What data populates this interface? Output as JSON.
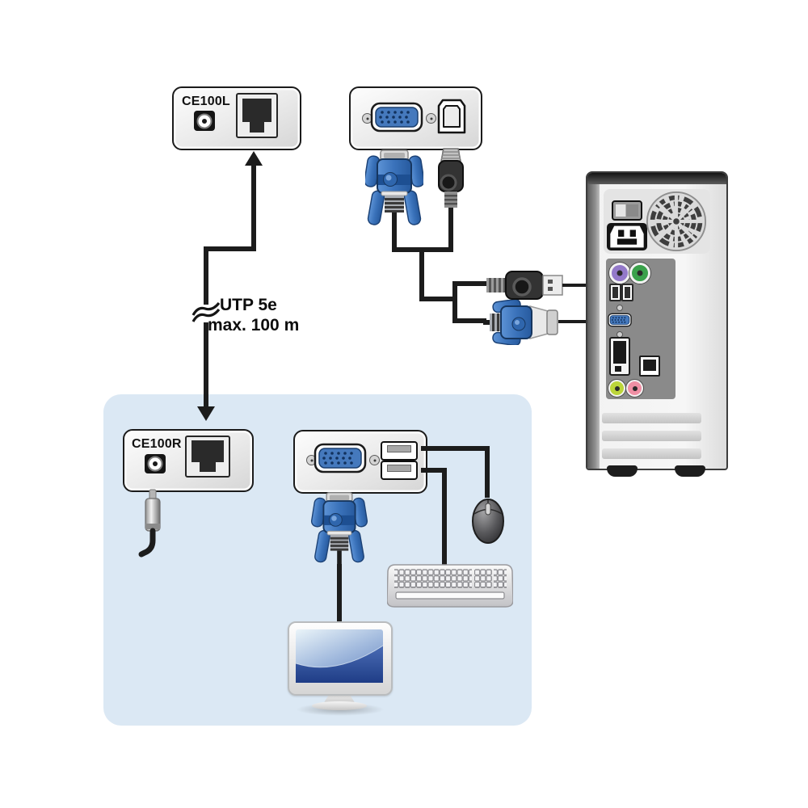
{
  "labels": {
    "local_unit": "CE100L",
    "remote_unit": "CE100R",
    "cable_type": "UTP 5e",
    "cable_max_length": "max. 100 m"
  },
  "colors": {
    "console_area": "#dbe8f4",
    "vga_blue": "#4579bd",
    "cable_black": "#1c1c1c",
    "io_panel_gray": "#8a8a8a",
    "ps2_purple": "#9379c9",
    "ps2_green": "#3aa14b",
    "audio_lime": "#bcd53a",
    "audio_pink": "#ef8fa4"
  },
  "components": {
    "ce100l_unit": "extender-local-unit",
    "local_unit_rear": "vga-and-usb-b-ports-panel",
    "computer_tower": "computer-rear-panel",
    "ce100r_unit": "extender-remote-unit",
    "console_panel": "console-vga-usb-panel",
    "monitor": "monitor",
    "keyboard": "keyboard",
    "mouse": "mouse",
    "dc_power_plug": "dc-power-plug",
    "utp_cable": "utp-cable-run"
  }
}
